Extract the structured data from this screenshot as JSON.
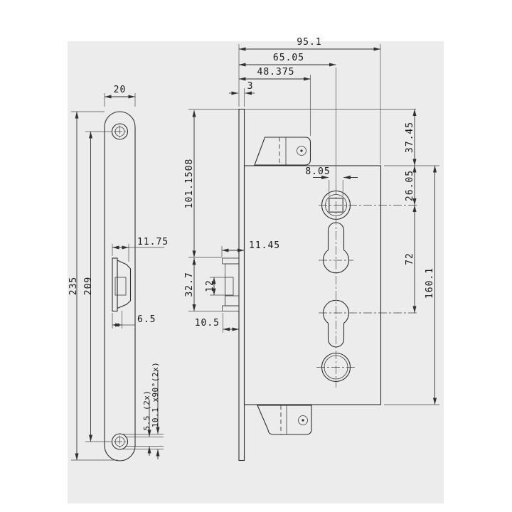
{
  "drawing": {
    "type": "technical-drawing-mortise-lock",
    "views": {
      "left": "faceplate-front-view",
      "right": "lock-case-side-view"
    }
  },
  "dims": {
    "left": {
      "plate_width": "20",
      "plate_height": "235",
      "screw_spacing": "209",
      "latch_width": "11.75",
      "latch_bottom_width": "6.5",
      "screw_hole_dia": "5.5 (2x)",
      "countersink": "10.1 x90°(2x)"
    },
    "right": {
      "case_depth": "95.1",
      "backset": "65.05",
      "tab_depth": "48.375",
      "plate_thickness": "3",
      "spindle_square": "8.05",
      "top_to_latch": "101.1508",
      "latch_protrusion": "11.45",
      "latch_height": "32.7",
      "latch_inner_height": "12",
      "bolt_protrusion": "10.5",
      "plate_to_case_top": "37.45",
      "case_top_to_spindle": "26.05",
      "spindle_to_cylinder": "72",
      "case_height": "160.1"
    }
  },
  "colors": {
    "canvas": "#ececec",
    "case_fill": "#b3b3b3",
    "plate_fill": "#c8c8c8",
    "tab_fill": "#bdbdbd",
    "hole_fill": "#ededed",
    "bolt_fill": "#a0a0a0",
    "band_fill": "#d6d6d6",
    "dark_band_fill": "#8d8d8d",
    "notch_fill": "#c9c9c9",
    "line": "#303030"
  }
}
